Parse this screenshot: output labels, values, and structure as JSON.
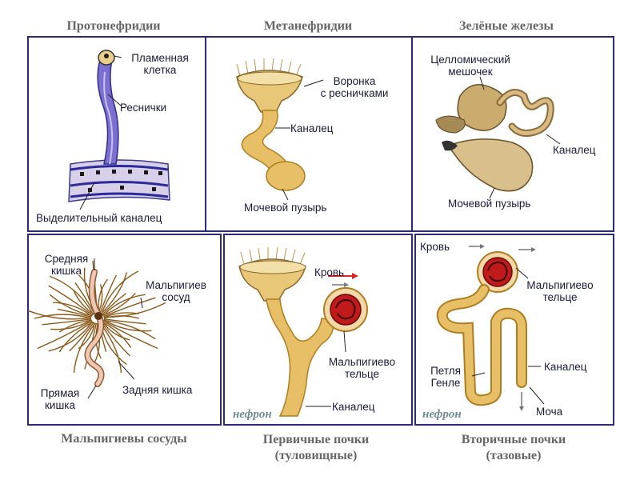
{
  "top_titles": [
    "Протонефридии",
    "Метанефридии",
    "Зелёные железы"
  ],
  "bottom_titles": {
    "malpighian": "Мальпигиевы сосуды",
    "primary_1": "Первичные почки",
    "primary_2": "(туловищные)",
    "secondary_1": "Вторичные почки",
    "secondary_2": "(тазовые)"
  },
  "proto": {
    "flame_cell_1": "Пламенная",
    "flame_cell_2": "клетка",
    "cilia": "Реснички",
    "excretory_canal": "Выделительный каналец"
  },
  "meta": {
    "funnel_1": "Воронка",
    "funnel_2": "с ресничками",
    "canal": "Каналец",
    "bladder": "Мочевой пузырь"
  },
  "green": {
    "sac_1": "Целломический",
    "sac_2": "мешочек",
    "canal": "Каналец",
    "bladder": "Мочевой пузырь"
  },
  "malp": {
    "midgut_1": "Средняя",
    "midgut_2": "кишка",
    "vessel_1": "Мальпигиев",
    "vessel_2": "сосуд",
    "rectum_1": "Прямая",
    "rectum_2": "кишка",
    "hindgut": "Задняя кишка"
  },
  "primary": {
    "blood": "Кровь",
    "body_1": "Мальпигиево",
    "body_2": "тельце",
    "canal": "Каналец",
    "nephron": "нефрон"
  },
  "secondary": {
    "blood": "Кровь",
    "body_1": "Мальпигиево",
    "body_2": "тельце",
    "loop_1": "Петля",
    "loop_2": "Генле",
    "canal": "Каналец",
    "urine": "Моча",
    "nephron": "нефрон"
  },
  "colors": {
    "border": "#2b2b7a",
    "tube": "#e6bf66",
    "tube_dark": "#b78a2a",
    "blue": "#6a6ad0",
    "blood": "#cc2222",
    "arrow_red": "#dd2222",
    "arrow_gray": "#777777"
  }
}
